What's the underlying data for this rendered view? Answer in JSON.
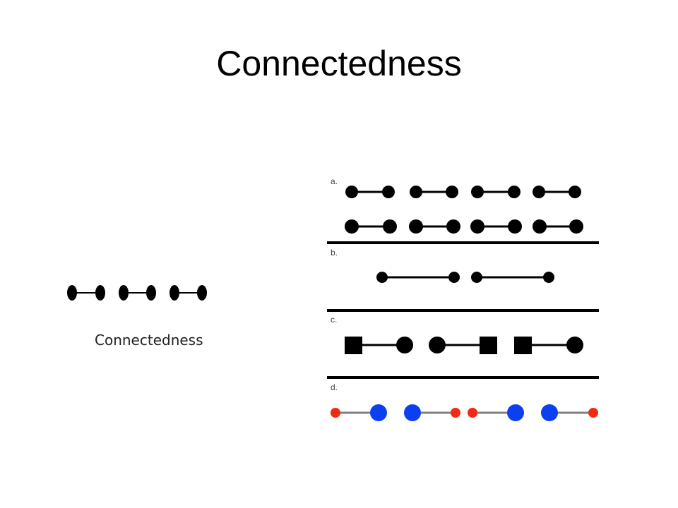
{
  "slide": {
    "title": "Connectedness"
  },
  "left_demo": {
    "caption": "Connectedness",
    "pair_count": 3
  },
  "panels": [
    {
      "letter": "a."
    },
    {
      "letter": "b."
    },
    {
      "letter": "c."
    },
    {
      "letter": "d."
    }
  ],
  "colors": {
    "black": "#000000",
    "gray_connector": "#808080",
    "blue": "#0b3ff0",
    "red": "#f02a10"
  }
}
